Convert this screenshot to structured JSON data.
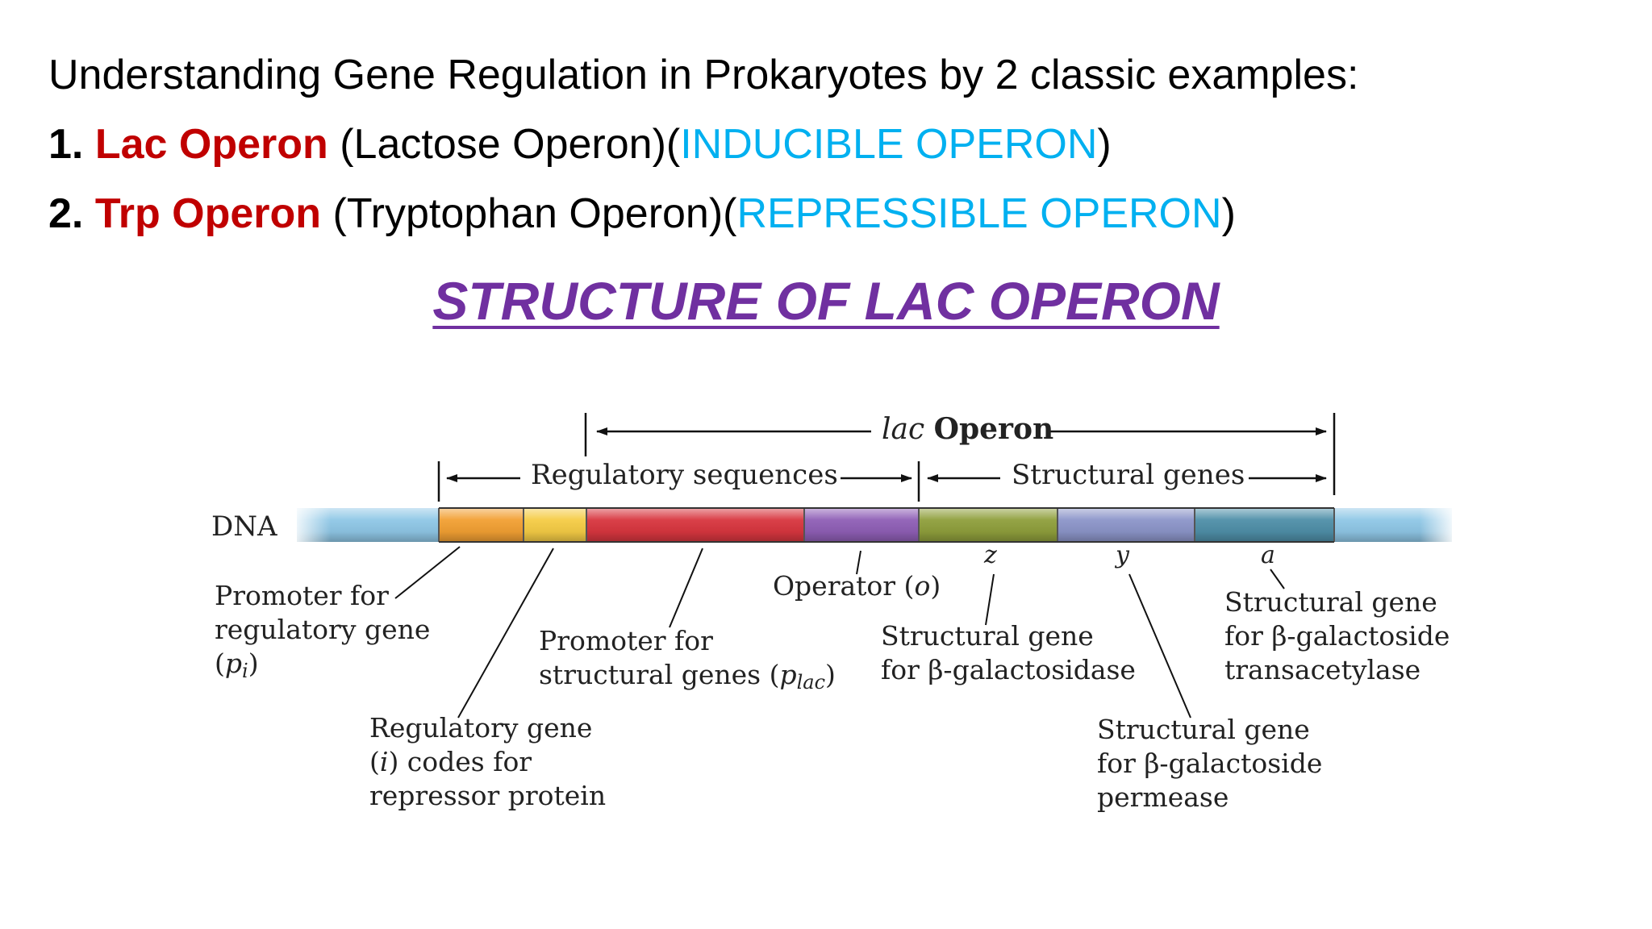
{
  "intro": {
    "title": "Understanding Gene Regulation in Prokaryotes by 2 classic examples:",
    "items": [
      {
        "num": "1.",
        "name": "Lac Operon",
        "full": " (Lactose Operon)(",
        "type": "INDUCIBLE OPERON",
        "close": ")"
      },
      {
        "num": "2.",
        "name": "Trp Operon",
        "full": " (Tryptophan Operon)(",
        "type": "REPRESSIBLE OPERON",
        "close": ")"
      }
    ]
  },
  "structure_title": "STRUCTURE OF LAC OPERON",
  "diagram": {
    "lac_operon_italic": "lac",
    "lac_operon_bold": "Operon",
    "regulatory_sequences": "Regulatory sequences",
    "structural_genes": "Structural genes",
    "dna": "DNA",
    "gene_letters": {
      "z": "z",
      "y": "y",
      "a": "a"
    },
    "labels": {
      "promoter_regulatory": [
        "Promoter for",
        "regulatory gene"
      ],
      "promoter_regulatory_sym": "p",
      "promoter_regulatory_sub": "i",
      "regulatory_gene_line1": "Regulatory gene",
      "regulatory_gene_i": "i",
      "regulatory_gene_line2_rest": " codes for",
      "regulatory_gene_line3": "repressor protein",
      "promoter_structural_line1": "Promoter for",
      "promoter_structural_line2": "structural genes (",
      "promoter_structural_sym": "p",
      "promoter_structural_sub": "lac",
      "operator": "Operator (",
      "operator_sym": "o",
      "struct_z": [
        "Structural gene",
        "for β-galactosidase"
      ],
      "struct_y": [
        "Structural gene",
        "for β-galactoside",
        "permease"
      ],
      "struct_a": [
        "Structural gene",
        "for β-galactoside",
        "transacetylase"
      ]
    },
    "colors": {
      "dna_flank": "#8fc7e6",
      "promoter_i": "#f2a033",
      "gene_i_yellow": "#f5cc45",
      "gene_i_red": "#d8363f",
      "operator": "#8f5fb6",
      "gene_z": "#8f9f3c",
      "gene_y": "#8c95c9",
      "gene_a": "#4f8fa8"
    }
  }
}
